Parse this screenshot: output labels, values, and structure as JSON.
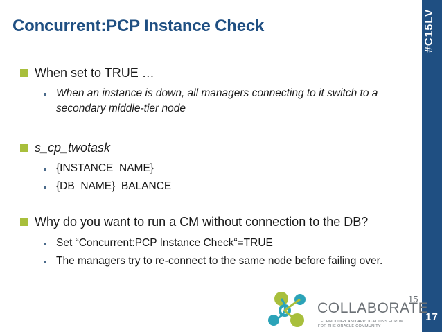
{
  "slide": {
    "title": "Concurrent:PCP Instance Check",
    "hashtag": "#C15LV",
    "page_number": "17"
  },
  "bullets": [
    {
      "text": "When set to TRUE …",
      "sub": [
        "When an instance is down, all managers connecting to it switch to a secondary middle-tier node"
      ]
    },
    {
      "text": "s_cp_twotask",
      "sub": [
        "{INSTANCE_NAME}",
        "{DB_NAME}_BALANCE"
      ]
    },
    {
      "text": "Why do you want to run a CM without connection to the DB?",
      "sub": [
        "Set “Concurrent:PCP Instance Check“=TRUE",
        "The managers try to re-connect to the same node before failing over."
      ]
    }
  ],
  "branding": {
    "name": "COLLABORATE",
    "superscript": "15",
    "tagline": "TECHNOLOGY AND APPLICATIONS FORUM\nFOR THE ORACLE COMMUNITY"
  },
  "colors": {
    "title_blue": "#1f4f82",
    "bullet_green": "#a8bf3c",
    "logo_teal": "#2ba3b8"
  }
}
